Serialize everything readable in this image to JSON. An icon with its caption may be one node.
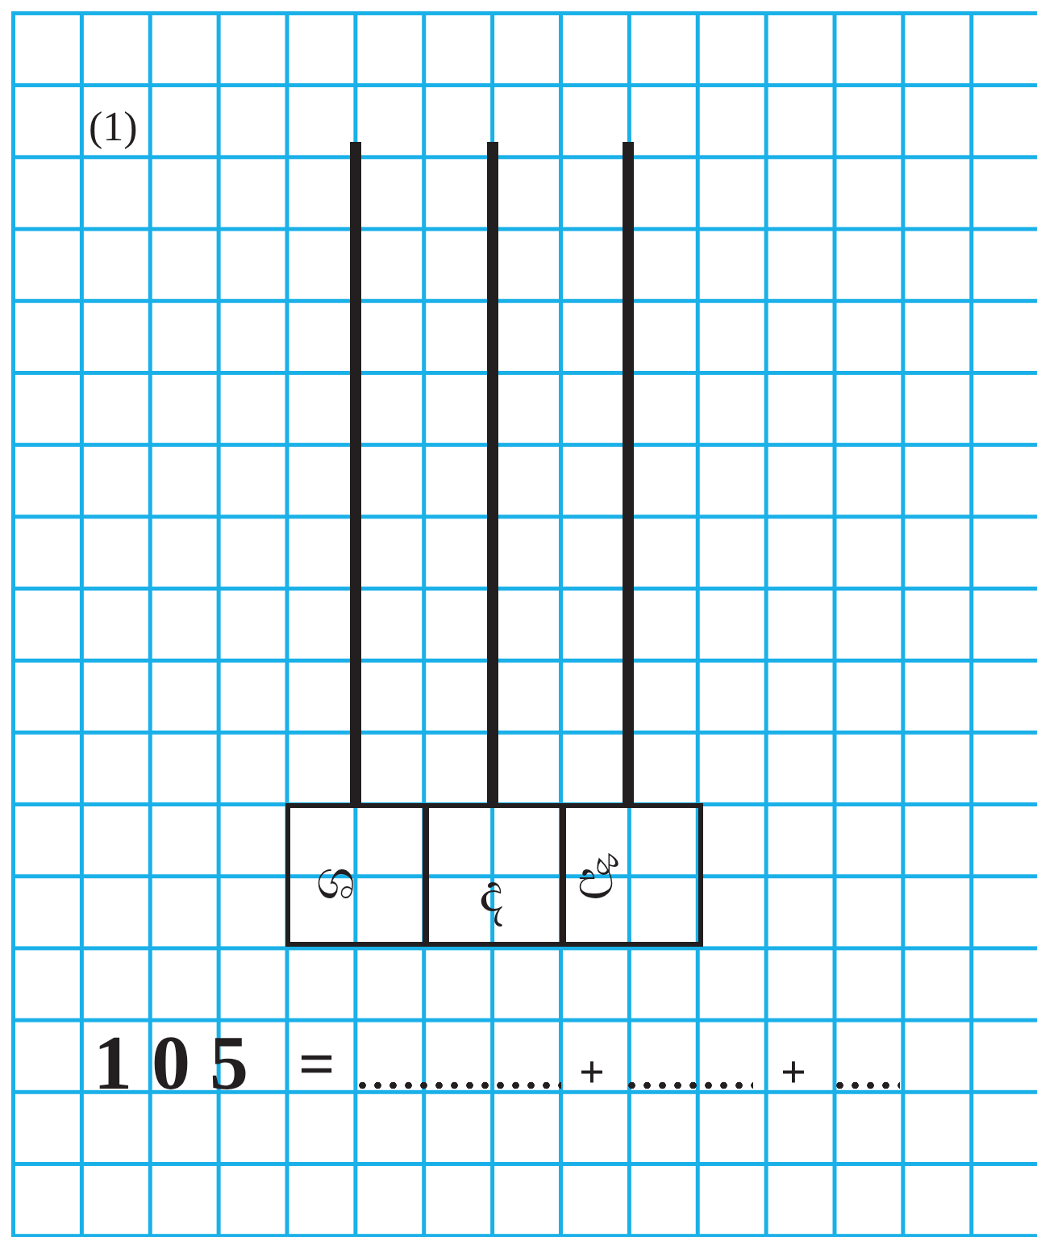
{
  "diagram": {
    "nodes": [
      {
        "text": [
          "ශ"
        ]
      },
      {
        "text": [
          "ද"
        ]
      },
      {
        "text": [
          "ඒ"
        ]
      }
    ],
    "labels": [
      "(1)",
      "1 0 5",
      "=",
      "+",
      "+"
    ]
  }
}
